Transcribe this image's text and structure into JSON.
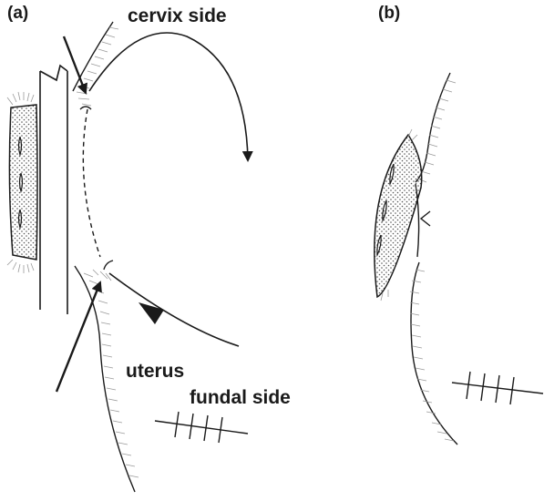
{
  "panels": {
    "a": "(a)",
    "b": "(b)"
  },
  "labels": {
    "cervix_side": "cervix side",
    "uterus": "uterus",
    "fundal_side": "fundal side"
  },
  "colors": {
    "ink": "#1a1a1a",
    "hatch": "#9a9a9a",
    "background": "#ffffff"
  }
}
